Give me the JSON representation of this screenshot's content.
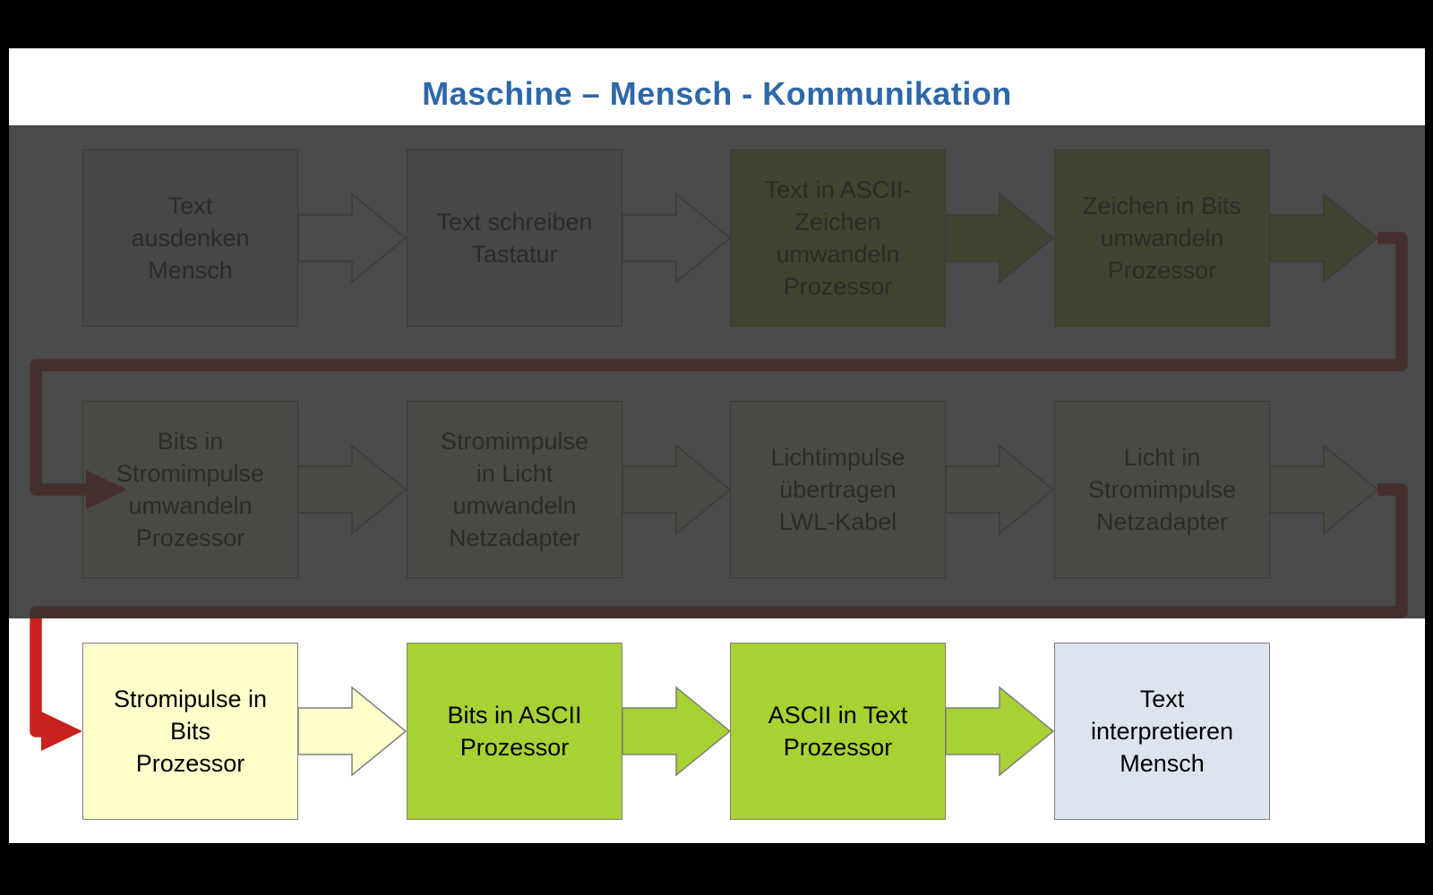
{
  "title": {
    "text": "Maschine – Mensch - Kommunikation",
    "color": "#2D68A8"
  },
  "palette": {
    "green": "#A8D133",
    "cream": "#FFFFCC",
    "bluegray": "#DCE4EE",
    "arrow_white": "#FFFFFF",
    "border": "#7F7F7F",
    "red": "#C9211E",
    "overlay": "rgba(49,49,49,0.88)",
    "slide_bg": "#FFFFFF",
    "frame": "#000000",
    "text": "#000000"
  },
  "rows": [
    {
      "boxes": [
        {
          "label": "Text\nausdenken\nMensch",
          "fill": "#DCE4EE"
        },
        {
          "label": "Text schreiben\nTastatur",
          "fill": "#DCE4EE"
        },
        {
          "label": "Text in ASCII-\nZeichen\numwandeln\nProzessor",
          "fill": "#A8D133"
        },
        {
          "label": "Zeichen in Bits\numwandeln\nProzessor",
          "fill": "#A8D133"
        }
      ],
      "arrows": [
        {
          "fill": "#FFFFFF"
        },
        {
          "fill": "#FFFFFF"
        },
        {
          "fill": "#A8D133"
        },
        {
          "fill": "#A8D133"
        }
      ]
    },
    {
      "boxes": [
        {
          "label": "Bits in\nStromimpulse\numwandeln\nProzessor",
          "fill": "#FFFFCC"
        },
        {
          "label": "Stromimpulse\nin Licht\numwandeln\nNetzadapter",
          "fill": "#FFFFCC"
        },
        {
          "label": "Lichtimpulse\nübertragen\nLWL-Kabel",
          "fill": "#FFFFCC"
        },
        {
          "label": "Licht in\nStromimpulse\nNetzadapter",
          "fill": "#FFFFCC"
        }
      ],
      "arrows": [
        {
          "fill": "#FFFFCC"
        },
        {
          "fill": "#FFFFCC"
        },
        {
          "fill": "#FFFFCC"
        },
        {
          "fill": "#FFFFCC"
        }
      ]
    },
    {
      "boxes": [
        {
          "label": "Stromipulse in\nBits\nProzessor",
          "fill": "#FFFFCC"
        },
        {
          "label": "Bits in ASCII\nProzessor",
          "fill": "#A8D133"
        },
        {
          "label": "ASCII in Text\nProzessor",
          "fill": "#A8D133"
        },
        {
          "label": "Text\ninterpretieren\nMensch",
          "fill": "#DCE4EE"
        }
      ],
      "arrows": [
        {
          "fill": "#FFFFCC"
        },
        {
          "fill": "#A8D133"
        },
        {
          "fill": "#A8D133"
        }
      ]
    }
  ]
}
